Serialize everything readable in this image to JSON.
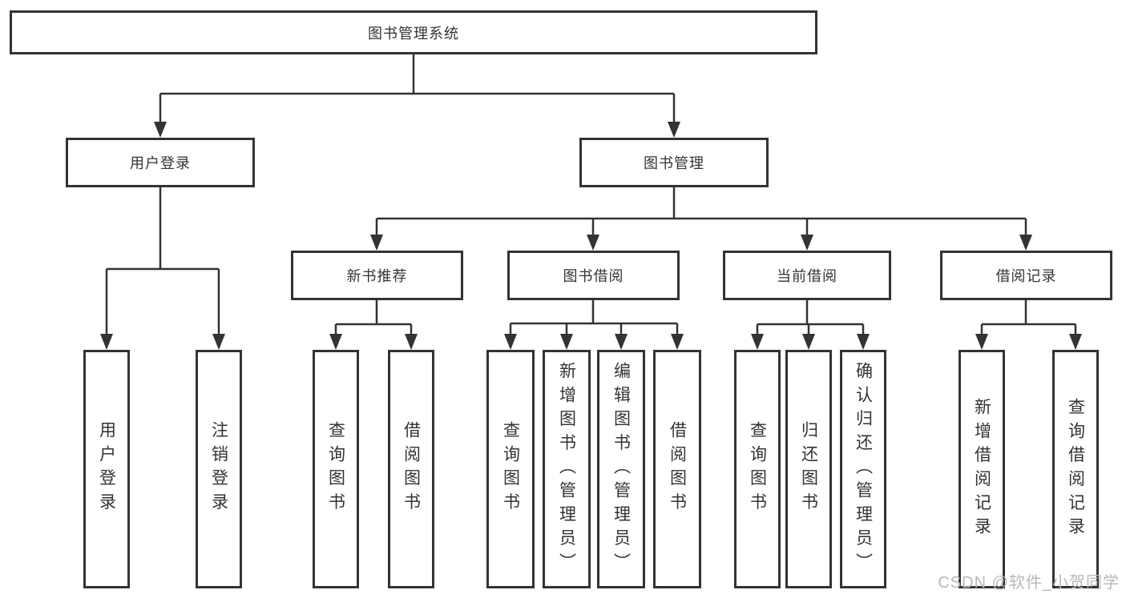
{
  "tree": {
    "root": {
      "label": "图书管理系统"
    },
    "branches": [
      {
        "label": "用户登录",
        "children": [
          {
            "label": "用户登录"
          },
          {
            "label": "注销登录"
          }
        ]
      },
      {
        "label": "图书管理",
        "children": [
          {
            "label": "新书推荐",
            "children": [
              {
                "label": "查询图书"
              },
              {
                "label": "借阅图书"
              }
            ]
          },
          {
            "label": "图书借阅",
            "children": [
              {
                "label": "查询图书"
              },
              {
                "label": "新增图书（管理员）"
              },
              {
                "label": "编辑图书（管理员）"
              },
              {
                "label": "借阅图书"
              }
            ]
          },
          {
            "label": "当前借阅",
            "children": [
              {
                "label": "查询图书"
              },
              {
                "label": "归还图书"
              },
              {
                "label": "确认归还（管理员）"
              }
            ]
          },
          {
            "label": "借阅记录",
            "children": [
              {
                "label": "新增借阅记录"
              },
              {
                "label": "查询借阅记录"
              }
            ]
          }
        ]
      }
    ]
  },
  "watermark": {
    "text": "CSDN @软件_小贺同学",
    "color": "#b8b8b8"
  },
  "colors": {
    "line": "#333333",
    "box_border": "#333333",
    "box_fill": "#ffffff",
    "background": "#ffffff",
    "text": "#333333"
  }
}
